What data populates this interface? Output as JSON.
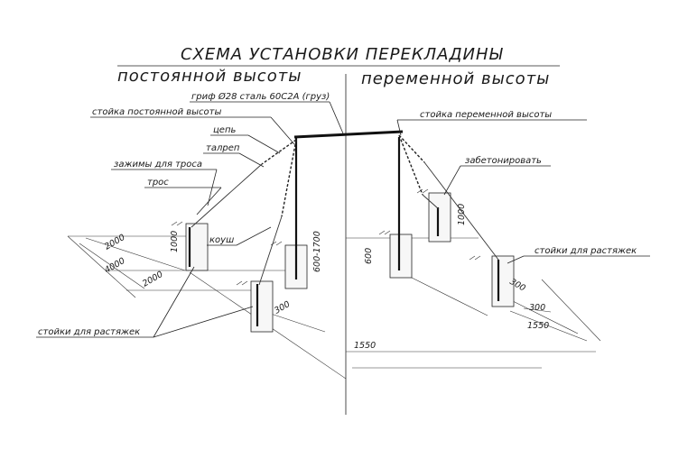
{
  "title": {
    "line1": "СХЕМА УСТАНОВКИ ПЕРЕКЛАДИНЫ",
    "left": "постоянной высоты",
    "right": "переменной высоты"
  },
  "labels": {
    "bar": "гриф Ø28 сталь 60С2А (груз)",
    "fixed_post": "стойка постоянной высоты",
    "chain": "цепь",
    "turnbuckle": "талреп",
    "clamps": "зажимы для троса",
    "cable": "трос",
    "thimble": "коуш",
    "variable_post": "стойка переменной высоты",
    "concrete": "забетонировать",
    "anchor_right": "стойки для растяжек",
    "anchor_left": "стойки для растяжек"
  },
  "dimensions": {
    "d2000_a": "2000",
    "d4000": "4000",
    "d2000_b": "2000",
    "d1000_left": "1000",
    "d600_1700": "600-1700",
    "d300_left": "300",
    "d600_right": "600",
    "d1000_right": "1000",
    "d300_right_a": "300",
    "d300_right_b": "300",
    "d1550_right": "1550",
    "d1550_bottom": "1550"
  }
}
